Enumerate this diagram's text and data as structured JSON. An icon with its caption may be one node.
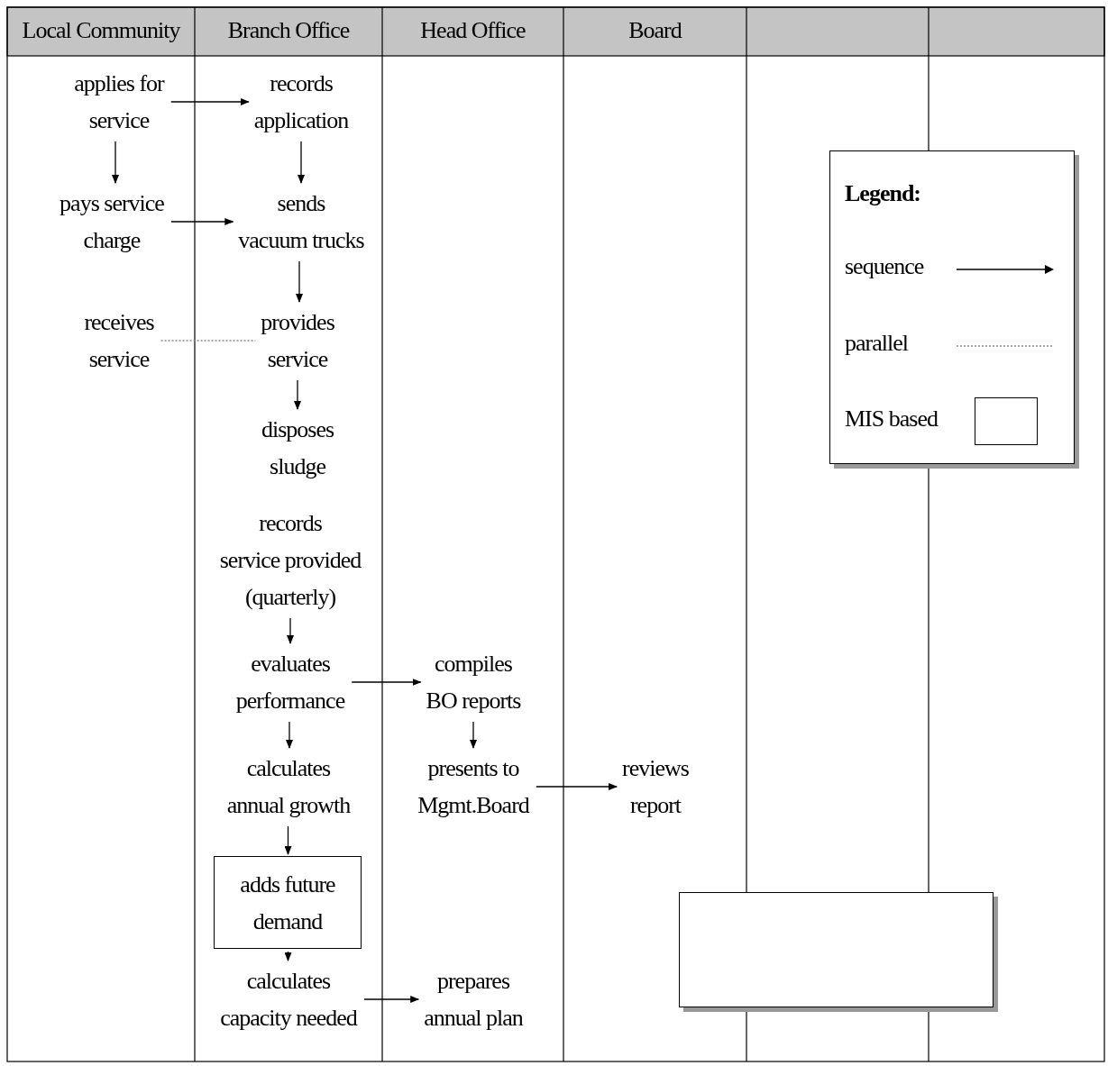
{
  "diagram": {
    "nodes": [
      {
        "text": [
          "applies for service"
        ]
      },
      {
        "text": [
          "records application"
        ]
      },
      {
        "text": [
          "pays service charge"
        ]
      },
      {
        "text": [
          "sends vacuum trucks"
        ]
      },
      {
        "text": [
          "receives service"
        ]
      },
      {
        "text": [
          "provides service"
        ]
      },
      {
        "text": [
          "disposes sludge"
        ]
      },
      {
        "text": [
          "records service provided (quarterly)"
        ]
      },
      {
        "text": [
          "evaluates performance"
        ]
      },
      {
        "text": [
          "compiles BO reports"
        ]
      },
      {
        "text": [
          "calculates annual growth"
        ]
      },
      {
        "text": [
          "presents to Mgmt.Board"
        ]
      },
      {
        "text": [
          "reviews report"
        ]
      },
      {
        "text": [
          "adds future demand"
        ]
      },
      {
        "text": [
          "calculates capacity needed"
        ]
      },
      {
        "text": [
          "prepares annual plan"
        ]
      },
      {
        "text": [],
        "shape": "box"
      }
    ],
    "edges": [
      {
        "from": 0,
        "to": 1,
        "arrow": "to"
      },
      {
        "from": 0,
        "to": 2,
        "arrow": "to"
      },
      {
        "from": 1,
        "to": 3,
        "arrow": "to"
      },
      {
        "from": 2,
        "to": 3,
        "arrow": "to"
      },
      {
        "from": 3,
        "to": 5,
        "arrow": "to"
      },
      {
        "from": 4,
        "to": 5,
        "arrow": "none",
        "style": "dashed",
        "color": "#888888"
      },
      {
        "from": 5,
        "to": 6,
        "arrow": "to"
      },
      {
        "from": 7,
        "to": 8,
        "arrow": "to"
      },
      {
        "from": 8,
        "to": 9,
        "arrow": "to"
      },
      {
        "from": 8,
        "to": 10,
        "arrow": "to"
      },
      {
        "from": 9,
        "to": 11,
        "arrow": "to"
      },
      {
        "from": 11,
        "to": 12,
        "arrow": "to"
      },
      {
        "from": 10,
        "to": 13,
        "arrow": "to"
      },
      {
        "from": 13,
        "to": 14,
        "arrow": "to"
      },
      {
        "from": 14,
        "to": 15,
        "arrow": "to"
      }
    ],
    "labels": [
      "Local Community",
      "Branch Office",
      "Head Office",
      "Board",
      "Legend:"
    ],
    "legend": [
      {
        "text": "sequence"
      },
      {
        "text": "parallel"
      },
      {
        "text": "MIS based"
      }
    ]
  }
}
